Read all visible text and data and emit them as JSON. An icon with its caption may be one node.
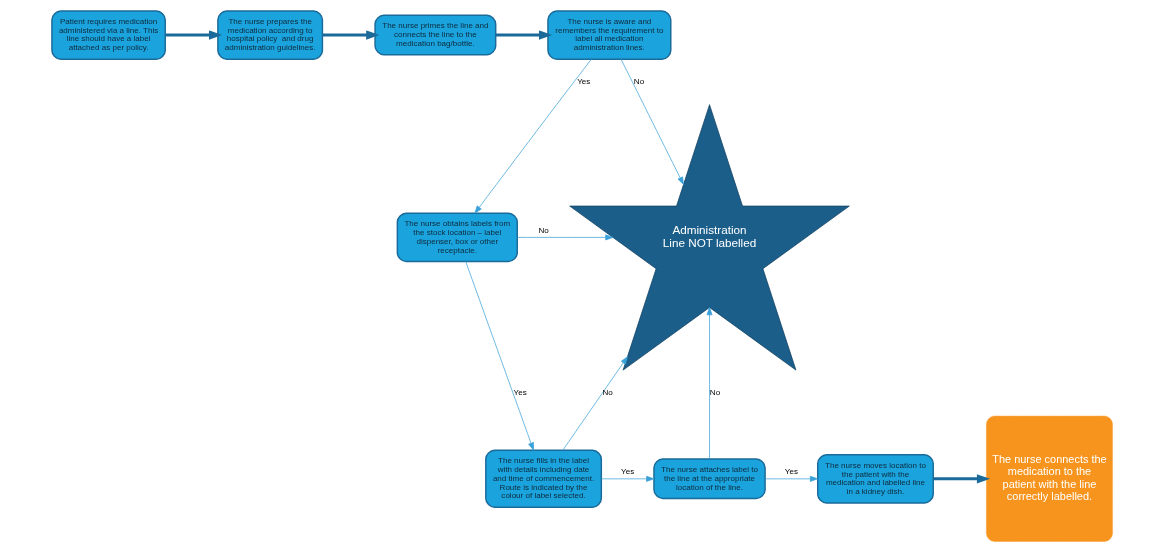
{
  "diagram": {
    "nodes": [
      {
        "text": [
          "Patient requires medication administered via a line. This line should have a label attached as per policy."
        ]
      },
      {
        "text": [
          "The nurse prepares the medication according to hospital policy  and drug administration guidelines."
        ]
      },
      {
        "text": [
          "The nurse primes the line and connects the line to the medication bag/bottle."
        ]
      },
      {
        "text": [
          "The nurse is aware and remembers the requirement to label all medication administration lines."
        ]
      },
      {
        "text": [
          "Administration Line NOT labelled"
        ]
      },
      {
        "text": [
          "The nurse obtains labels from the stock location – label dispenser, box or other receptacle."
        ]
      },
      {
        "text": [
          "The nurse fills in the label with details including date and time of commencement. Route is indicated by the colour of label selected."
        ]
      },
      {
        "text": [
          "The nurse attaches label to the line at the appropriate location of the line."
        ]
      },
      {
        "text": [
          "The nurse moves location to the patient with the medication and labelled line in a kidney dish."
        ]
      },
      {
        "text": [
          "The nurse connects the medication to the patient with the line correctly labelled."
        ]
      }
    ],
    "edges": [
      {
        "from": 0,
        "to": 1,
        "arrow": "to",
        "style": "thick"
      },
      {
        "from": 1,
        "to": 2,
        "arrow": "to",
        "style": "thick"
      },
      {
        "from": 2,
        "to": 3,
        "arrow": "to",
        "style": "thick"
      },
      {
        "from": 3,
        "to": 4,
        "arrow": "to",
        "label": "No"
      },
      {
        "from": 3,
        "to": 5,
        "arrow": "to",
        "label": "Yes"
      },
      {
        "from": 5,
        "to": 4,
        "arrow": "to",
        "label": "No"
      },
      {
        "from": 5,
        "to": 6,
        "arrow": "to",
        "label": "Yes"
      },
      {
        "from": 6,
        "to": 4,
        "arrow": "to",
        "label": "No"
      },
      {
        "from": 6,
        "to": 7,
        "arrow": "to",
        "label": "Yes"
      },
      {
        "from": 7,
        "to": 4,
        "arrow": "to",
        "label": "No"
      },
      {
        "from": 7,
        "to": 8,
        "arrow": "to",
        "label": "Yes"
      },
      {
        "from": 8,
        "to": 9,
        "arrow": "to",
        "style": "thick"
      }
    ]
  }
}
